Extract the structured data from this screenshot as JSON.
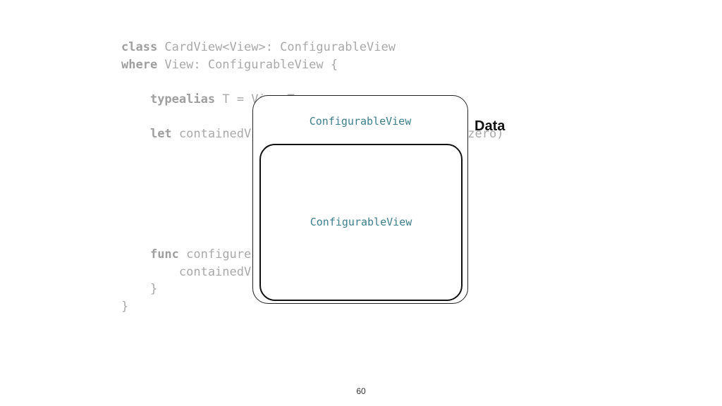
{
  "code": {
    "line1_kw": "class",
    "line1_rest": " CardView<View>: ConfigurableView",
    "line2_kw": "where",
    "line2_rest": " View: ConfigurableView {",
    "line4_kw": "typealias",
    "line4_rest": " T = View.T",
    "line6_kw": "let",
    "line6_rest": " containedView: View = View.init(frame: .zero)",
    "line13_kw": "func",
    "line13_rest": " configure(with data: T) {",
    "line14": "        containedView.configure(with: data)",
    "line15": "    }",
    "line16": "}"
  },
  "diagram": {
    "outer_label": "ConfigurableView",
    "inner_label": "ConfigurableView",
    "data_label": "Data"
  },
  "page_number": "60"
}
